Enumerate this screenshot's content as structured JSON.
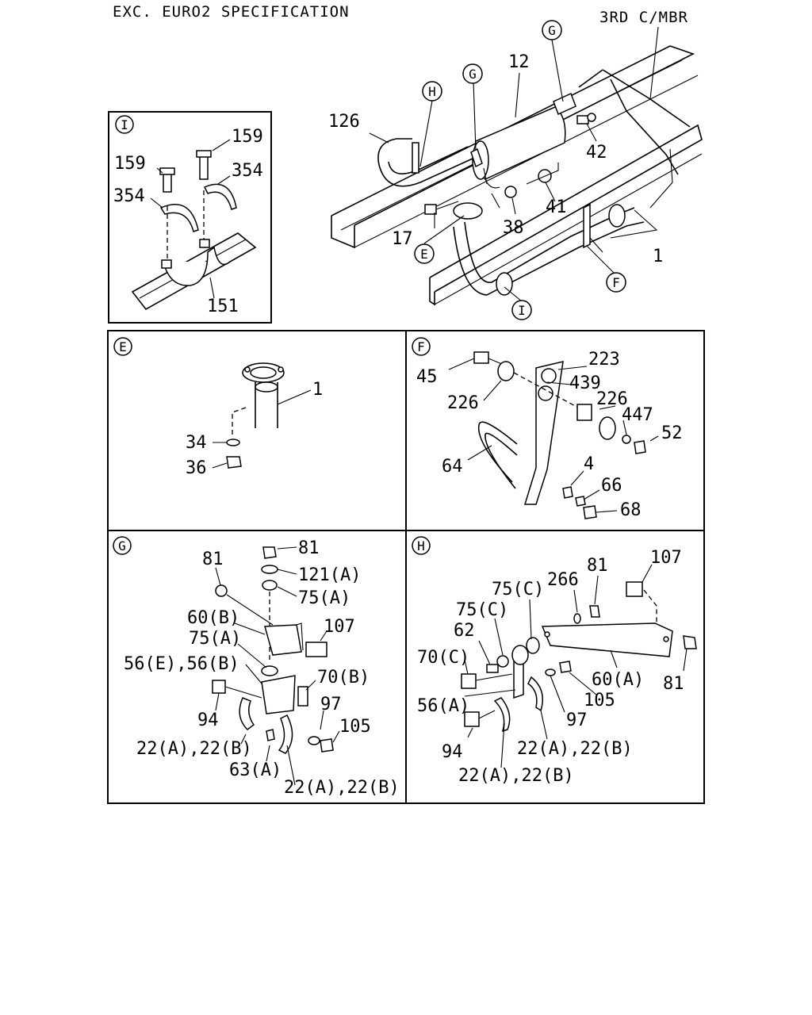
{
  "header": {
    "spec_label": "EXC. EURO2 SPECIFICATION",
    "member_label": "3RD C/MBR"
  },
  "main_view": {
    "callouts": [
      "G",
      "G",
      "H",
      "E",
      "F",
      "I"
    ],
    "part_numbers": [
      "12",
      "126",
      "42",
      "17",
      "38",
      "41",
      "1"
    ]
  },
  "detail_i": {
    "marker": "I",
    "part_numbers": [
      "159",
      "159",
      "354",
      "354",
      "151"
    ]
  },
  "detail_e": {
    "marker": "E",
    "part_numbers": [
      "1",
      "34",
      "36"
    ]
  },
  "detail_f": {
    "marker": "F",
    "part_numbers": [
      "45",
      "223",
      "439",
      "226",
      "226",
      "447",
      "52",
      "64",
      "4",
      "66",
      "68"
    ]
  },
  "detail_g": {
    "marker": "G",
    "part_numbers": [
      "81",
      "81",
      "121(A)",
      "75(A)",
      "60(B)",
      "107",
      "75(A)",
      "56(E),56(B)",
      "70(B)",
      "94",
      "97",
      "105",
      "22(A),22(B)",
      "63(A)",
      "22(A),22(B)"
    ]
  },
  "detail_h": {
    "marker": "H",
    "part_numbers": [
      "107",
      "81",
      "75(C)",
      "266",
      "75(C)",
      "62",
      "70(C)",
      "60(A)",
      "81",
      "56(A)",
      "105",
      "97",
      "94",
      "22(A),22(B)",
      "22(A),22(B)"
    ]
  }
}
